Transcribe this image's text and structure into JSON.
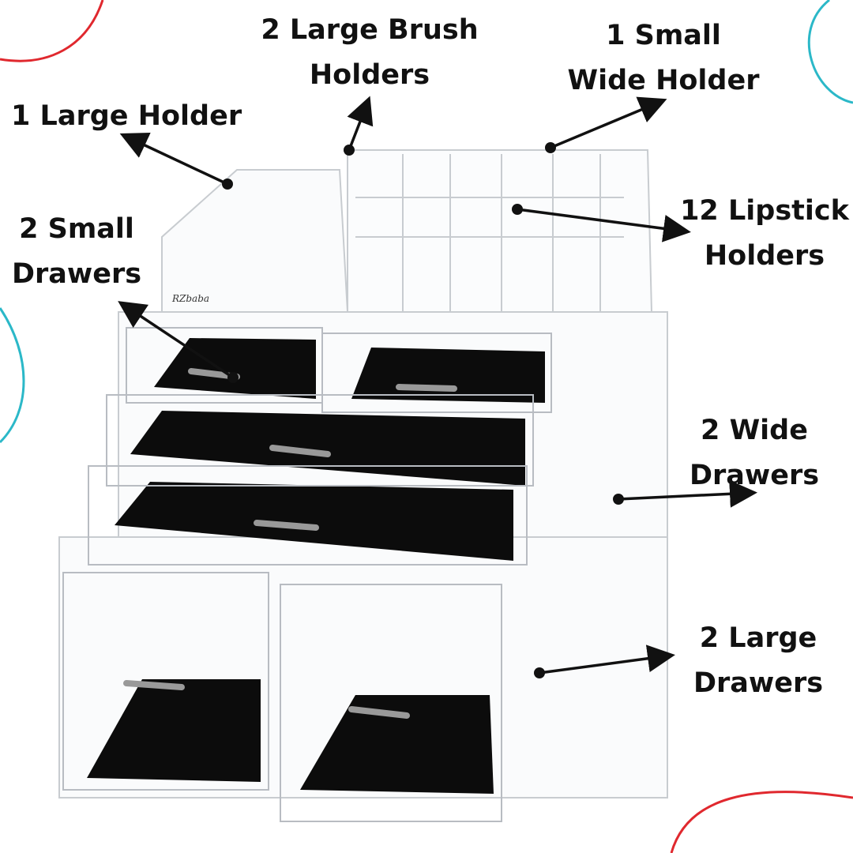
{
  "labels": {
    "large_holder": "1 Large Holder",
    "brush_holders": [
      "2 Large Brush",
      "Holders"
    ],
    "small_wide_holder": [
      "1 Small",
      "Wide Holder"
    ],
    "lipstick_holders": [
      "12 Lipstick",
      "Holders"
    ],
    "small_drawers": [
      "2 Small",
      "Drawers"
    ],
    "wide_drawers": [
      "2 Wide",
      "Drawers"
    ],
    "large_drawers": [
      "2 Large",
      "Drawers"
    ]
  },
  "brand_logo": "RZbaba",
  "colors": {
    "accent_red": "#e0282e",
    "accent_cyan": "#2bb8c8",
    "drawer_lining": "#0c0c0c",
    "text": "#111111"
  }
}
